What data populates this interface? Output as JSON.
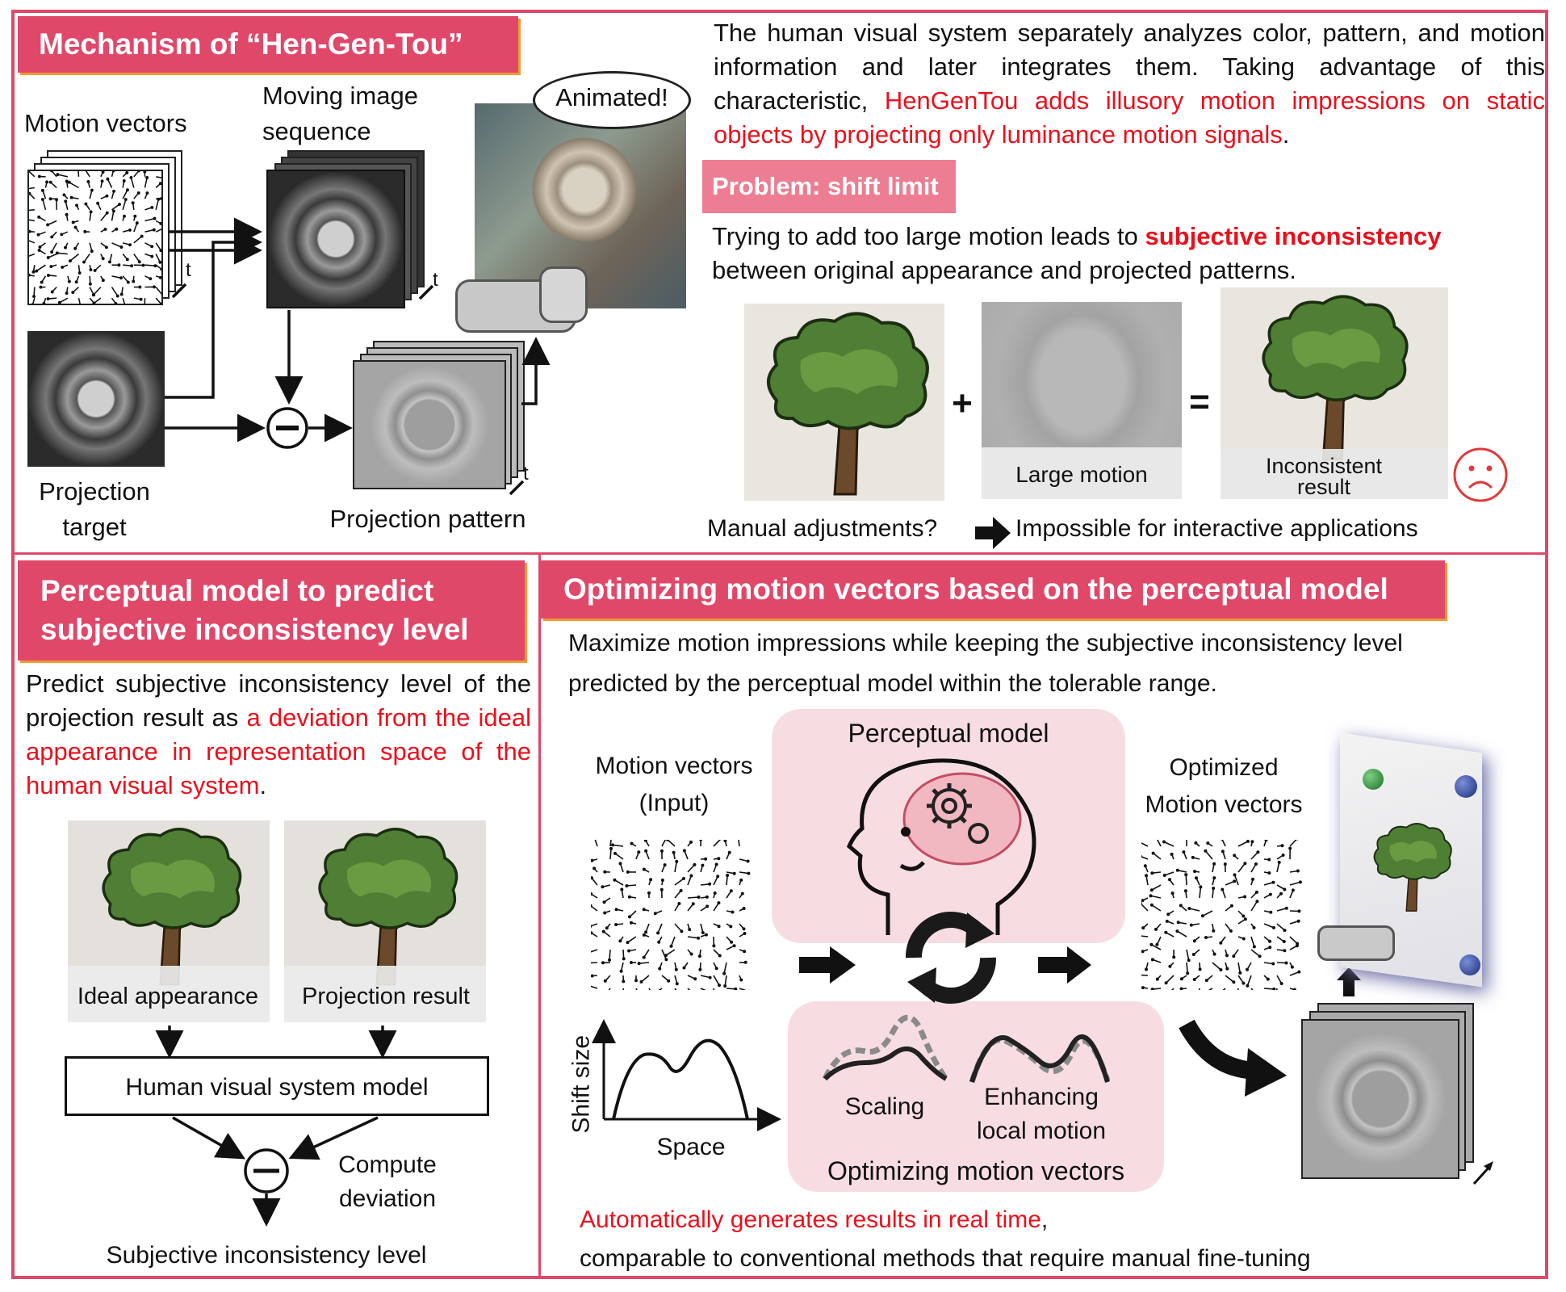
{
  "colors": {
    "accent": "#e0486a",
    "highlight": "#e8111c",
    "shadow": "#f09a2f",
    "pink_panel": "#f7dde2"
  },
  "top_left": {
    "title": "Mechanism of “Hen-Gen-Tou”",
    "motion_vectors": "Motion vectors",
    "moving_image_line1": "Moving image",
    "moving_image_line2": "sequence",
    "animated": "Animated!",
    "projection_target_line1": "Projection",
    "projection_target_line2": "target",
    "projection_pattern": "Projection pattern",
    "t": "t"
  },
  "top_right": {
    "intro_1": "The human visual system separately analyzes color, pattern, and motion information and later integrates them. Taking advantage of this characteristic, ",
    "intro_red": "HenGenTou adds illusory motion impressions on static objects by projecting only luminance motion signals",
    "intro_end": ".",
    "problem_title": "Problem: shift limit",
    "problem_1": "Trying to add too large motion leads to ",
    "problem_red": "subjective inconsistency",
    "problem_2": " between original appearance and projected patterns.",
    "plus": "+",
    "equals": "=",
    "large_motion": "Large motion",
    "inconsistent_line1": "Inconsistent",
    "inconsistent_line2": "result",
    "manual": "Manual adjustments?",
    "impossible": "Impossible for interactive applications"
  },
  "bottom_left": {
    "title_line1": "Perceptual model to predict",
    "title_line2": "subjective inconsistency level",
    "desc_1": "Predict subjective inconsistency level of the projection result as ",
    "desc_red": "a deviation from the ideal appearance in representation space of the human visual system",
    "desc_end": ".",
    "ideal": "Ideal appearance",
    "projection_result": "Projection result",
    "hvs_model": "Human visual system model",
    "compute_line1": "Compute",
    "compute_line2": "deviation",
    "level": "Subjective inconsistency level"
  },
  "bottom_right": {
    "title": "Optimizing motion vectors based on the perceptual model",
    "desc_line1": "Maximize motion impressions while keeping the subjective inconsistency level",
    "desc_line2": "predicted by the perceptual model within the tolerable range.",
    "perceptual_model": "Perceptual model",
    "mv_line1": "Motion vectors",
    "mv_line2": "(Input)",
    "opt_line1": "Optimized",
    "opt_line2": "Motion vectors",
    "shift_size": "Shift size",
    "space": "Space",
    "scaling": "Scaling",
    "enhancing_line1": "Enhancing",
    "enhancing_line2": "local motion",
    "optimizing": "Optimizing motion vectors",
    "auto_red": "Automatically generates results in real time",
    "auto_comma": ",",
    "comparable": "comparable to conventional methods that require manual fine-tuning"
  }
}
